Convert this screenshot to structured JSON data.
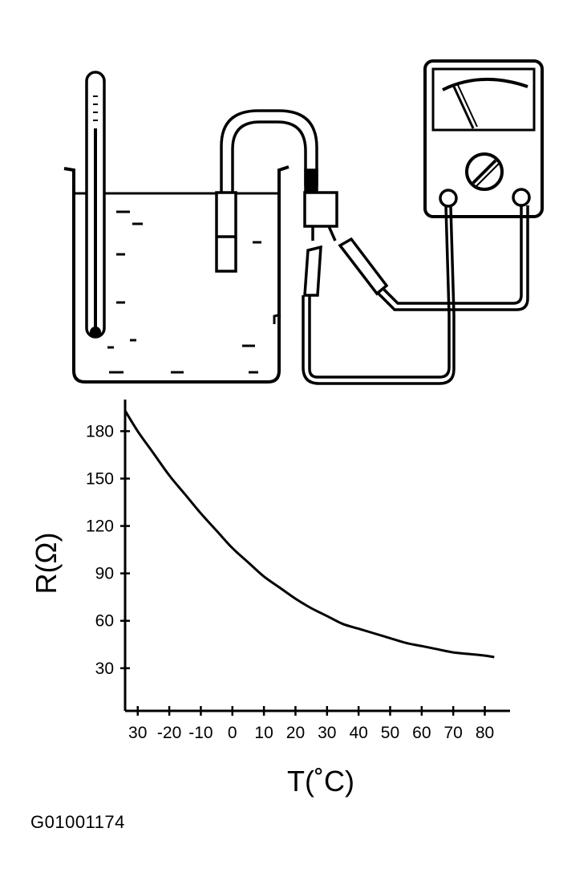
{
  "figure_id": "G01001174",
  "illustration": {
    "objects": [
      "thermometer-icon",
      "beaker-icon",
      "sensor-probe-icon",
      "multimeter-icon"
    ]
  },
  "chart_data": {
    "type": "line",
    "xlabel": "T(˚C)",
    "ylabel": "R(Ω)",
    "x_ticks": [
      -30,
      -20,
      -10,
      0,
      10,
      20,
      30,
      40,
      50,
      60,
      70,
      80
    ],
    "x_tick_labels": [
      "30",
      "-20",
      "-10",
      "0",
      "10",
      "20",
      "30",
      "40",
      "50",
      "60",
      "70",
      "80"
    ],
    "y_ticks": [
      30,
      60,
      90,
      120,
      150,
      180
    ],
    "y_tick_labels": [
      "30",
      "60",
      "90",
      "120",
      "150",
      "180"
    ],
    "xlim": [
      -34,
      88
    ],
    "ylim": [
      3,
      200
    ],
    "grid": false,
    "series": [
      {
        "x": [
          -34,
          -30,
          -25,
          -20,
          -15,
          -10,
          -5,
          0,
          5,
          10,
          15,
          20,
          25,
          30,
          35,
          40,
          45,
          50,
          55,
          60,
          65,
          70,
          75,
          80,
          83
        ],
        "y": [
          193,
          180,
          166,
          152,
          140,
          128,
          117,
          106,
          97,
          88,
          81,
          74,
          68,
          63,
          58,
          55,
          52,
          49,
          46,
          44,
          42,
          40,
          39,
          38,
          37
        ]
      }
    ]
  }
}
